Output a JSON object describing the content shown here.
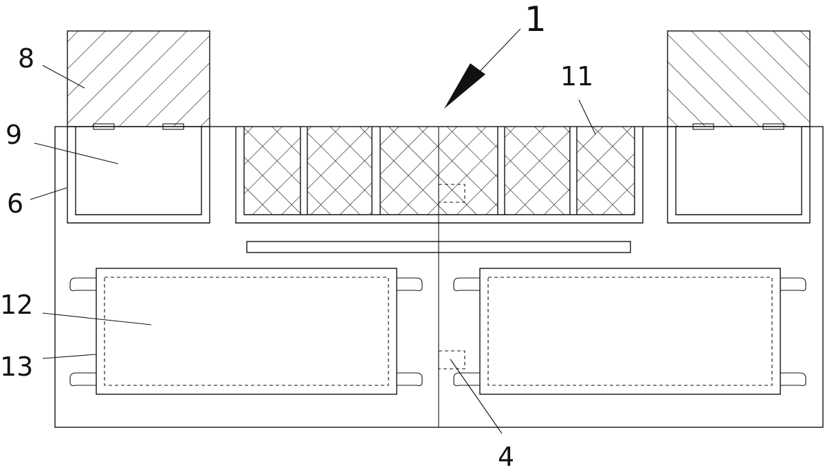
{
  "labels": {
    "assembly": "1",
    "part4": "4",
    "part6": "6",
    "part8": "8",
    "part9": "9",
    "part11": "11",
    "part12": "12",
    "part13": "13"
  }
}
